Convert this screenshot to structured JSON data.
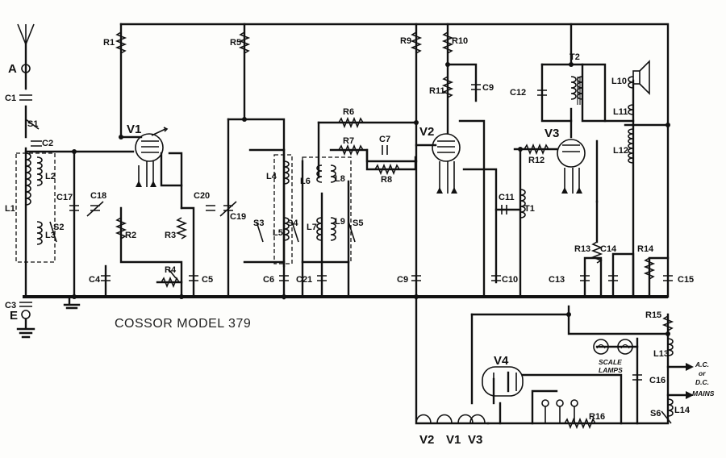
{
  "title": "COSSOR MODEL 379",
  "labels": {
    "A": "A",
    "E": "E",
    "C1": "C1",
    "C2": "C2",
    "C3": "C3",
    "C4": "C4",
    "C5": "C5",
    "C6": "C6",
    "C7": "C7",
    "C9a": "C9",
    "C9b": "C9",
    "C10": "C10",
    "C11": "C11",
    "C12": "C12",
    "C13": "C13",
    "C14": "C14",
    "C15": "C15",
    "C16": "C16",
    "C17": "C17",
    "C18": "C18",
    "C19": "C19",
    "C20": "C20",
    "C21": "C21",
    "L1": "L1",
    "L2": "L2",
    "L3": "L3",
    "L4": "L4",
    "L5": "L5",
    "L6": "L6",
    "L7": "L7",
    "L8": "L8",
    "L9": "L9",
    "L10": "L10",
    "L11": "L11",
    "L12": "L12",
    "L13": "L13",
    "L14": "L14",
    "R1": "R1",
    "R2": "R2",
    "R3": "R3",
    "R4": "R4",
    "R5": "R5",
    "R6": "R6",
    "R7": "R7",
    "R8": "R8",
    "R9": "R9",
    "R10": "R10",
    "R11": "R11",
    "R12": "R12",
    "R13": "R13",
    "R14": "R14",
    "R15": "R15",
    "R16": "R16",
    "S1": "S1",
    "S2": "S2",
    "S3": "S3",
    "S4": "S4",
    "S5": "S5",
    "S6": "S6",
    "T1": "T1",
    "T2": "T2",
    "V1": "V1",
    "V2": "V2",
    "V3": "V3",
    "V4": "V4",
    "heaterV2": "V2",
    "heaterV1": "V1",
    "heaterV3": "V3",
    "scale1": "SCALE",
    "scale2": "LAMPS",
    "mains1": "A.C.",
    "mains2": "or",
    "mains3": "D.C.",
    "mains4": "MAINS"
  }
}
